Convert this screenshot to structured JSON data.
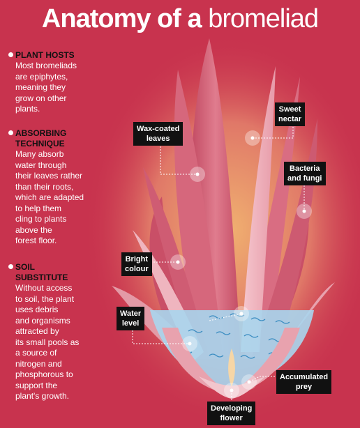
{
  "title": {
    "bold": "Anatomy of a",
    "thin": "bromeliad"
  },
  "sections": [
    {
      "heading_lines": [
        "PLANT HOSTS"
      ],
      "body_lines": [
        "Most bromeliads",
        "are epiphytes,",
        "meaning they",
        "grow on other",
        "plants."
      ]
    },
    {
      "heading_lines": [
        "ABSORBING",
        "TECHNIQUE"
      ],
      "body_lines": [
        "Many absorb",
        "water through",
        "their leaves rather",
        "than their roots,",
        "which are adapted",
        "to help them",
        "cling to plants",
        "above the",
        "forest floor."
      ]
    },
    {
      "heading_lines": [
        "SOIL",
        "SUBSTITUTE"
      ],
      "body_lines": [
        "Without access",
        "to soil, the plant",
        "uses debris",
        "and organisms",
        "attracted by",
        "its small pools as",
        "a source of",
        "nitrogen and",
        "phosphorous to",
        "support the",
        "plant's growth."
      ]
    }
  ],
  "callouts": [
    {
      "lines": [
        "Wax-coated",
        "leaves"
      ]
    },
    {
      "lines": [
        "Sweet",
        "nectar"
      ]
    },
    {
      "lines": [
        "Bacteria",
        "and fungi"
      ]
    },
    {
      "lines": [
        "Bright",
        "colour"
      ]
    },
    {
      "lines": [
        "Water",
        "level"
      ]
    },
    {
      "lines": [
        "Accumulated",
        "prey"
      ]
    },
    {
      "lines": [
        "Developing",
        "flower"
      ]
    }
  ],
  "colors": {
    "background": "#c8334e",
    "glow": "#f0b070",
    "leaf": "#d8677a",
    "leaf_light": "#f2b6c0",
    "water": "#a9d6ee",
    "label_bg": "#111111"
  }
}
